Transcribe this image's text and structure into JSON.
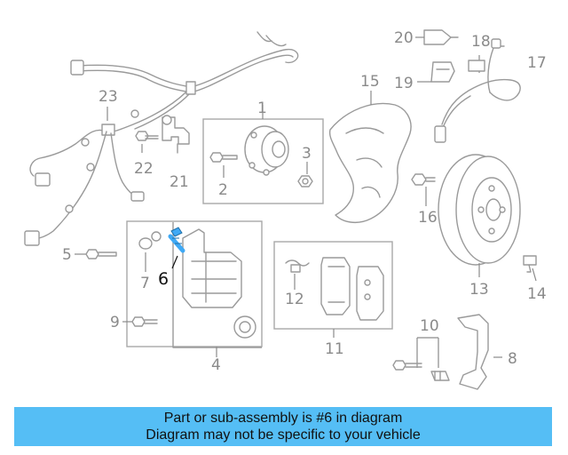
{
  "part_labels": [
    {
      "id": "1",
      "text": "1"
    },
    {
      "id": "2",
      "text": "2"
    },
    {
      "id": "3",
      "text": "3"
    },
    {
      "id": "4",
      "text": "4"
    },
    {
      "id": "5",
      "text": "5"
    },
    {
      "id": "6",
      "text": "6"
    },
    {
      "id": "7",
      "text": "7"
    },
    {
      "id": "8",
      "text": "8"
    },
    {
      "id": "9",
      "text": "9"
    },
    {
      "id": "10",
      "text": "10"
    },
    {
      "id": "11",
      "text": "11"
    },
    {
      "id": "12",
      "text": "12"
    },
    {
      "id": "13",
      "text": "13"
    },
    {
      "id": "14",
      "text": "14"
    },
    {
      "id": "15",
      "text": "15"
    },
    {
      "id": "16",
      "text": "16"
    },
    {
      "id": "17",
      "text": "17"
    },
    {
      "id": "18",
      "text": "18"
    },
    {
      "id": "19",
      "text": "19"
    },
    {
      "id": "20",
      "text": "20"
    },
    {
      "id": "21",
      "text": "21"
    },
    {
      "id": "22",
      "text": "22"
    },
    {
      "id": "23",
      "text": "23"
    }
  ],
  "highlight": {
    "part": "6",
    "color": "#3fa9f5"
  },
  "info_bar": {
    "line1": "Part or sub-assembly is #6 in diagram",
    "line2": "Diagram may not be specific to your vehicle",
    "color": "#55bef5"
  }
}
